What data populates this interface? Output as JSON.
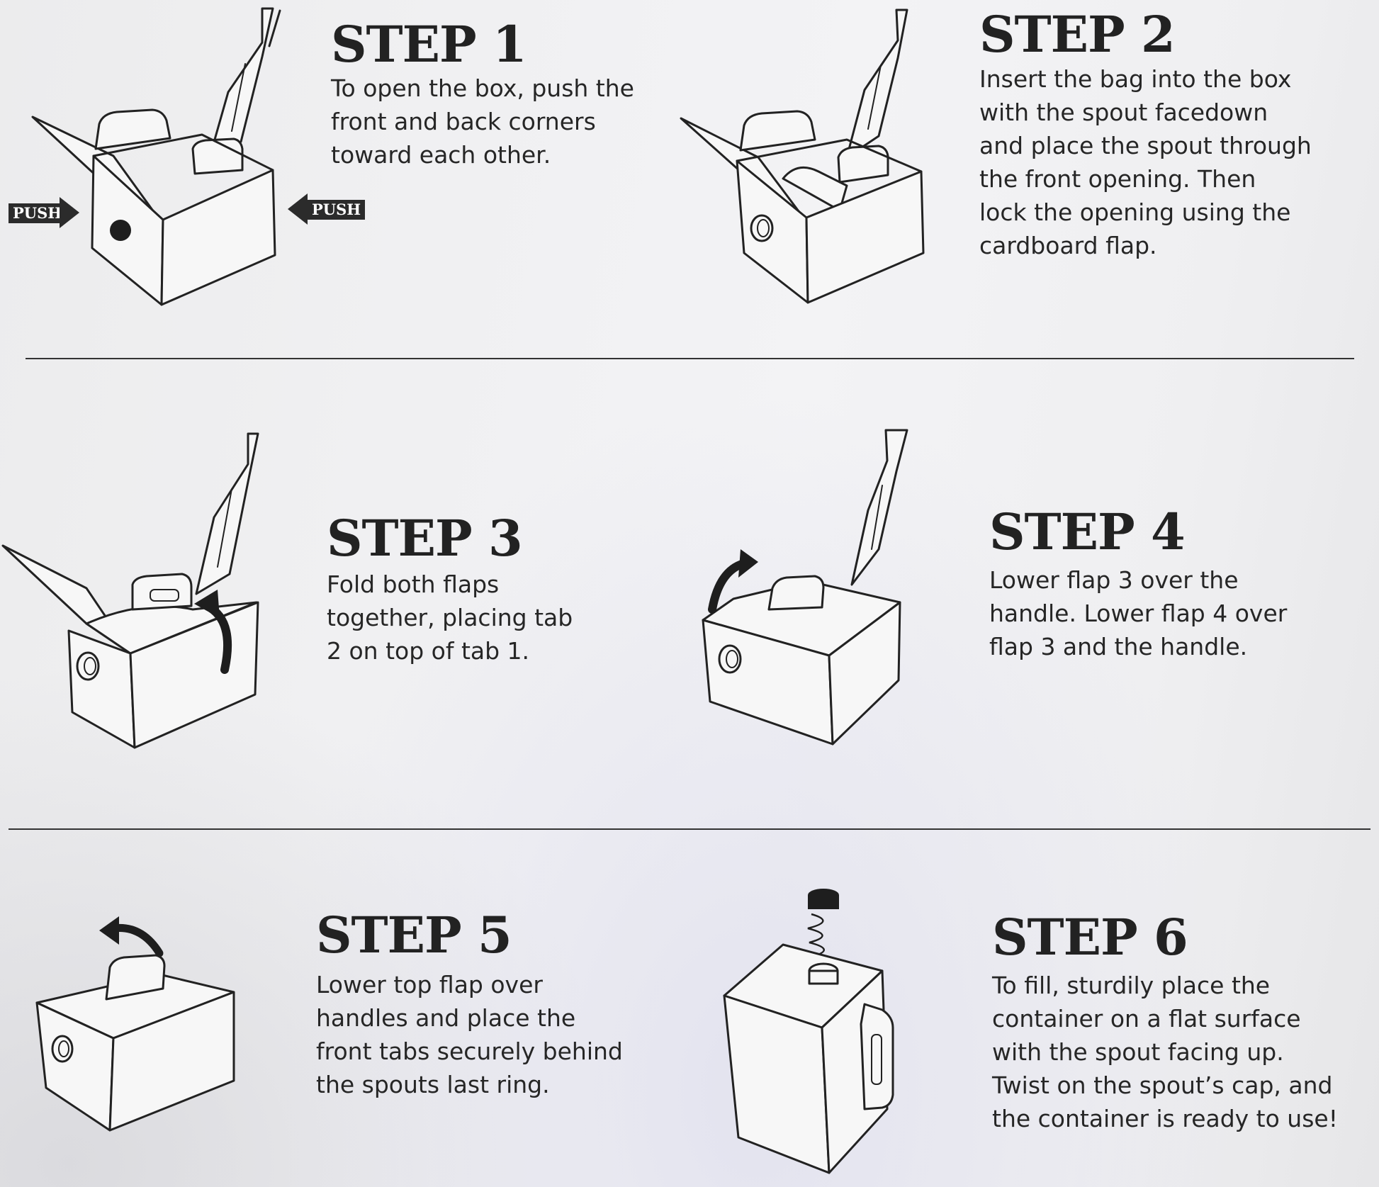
{
  "steps": [
    {
      "title": "STEP 1",
      "text": "To open the box, push the\nfront and back corners\ntoward each other."
    },
    {
      "title": "STEP 2",
      "text": "Insert the bag into the box\nwith the spout facedown\nand place the spout through\nthe front opening. Then\nlock the opening using the\ncardboard flap."
    },
    {
      "title": "STEP 3",
      "text": "Fold both flaps\ntogether, placing tab\n2 on top of tab 1."
    },
    {
      "title": "STEP 4",
      "text": "Lower flap 3 over the\nhandle. Lower flap 4 over\nflap 3 and the handle."
    },
    {
      "title": "STEP 5",
      "text": "Lower top flap over\nhandles and place the\nfront tabs securely behind\nthe spouts last ring."
    },
    {
      "title": "STEP 6",
      "text": "To fill, sturdily place the\ncontainer on a flat surface\nwith the spout facing up.\nTwist on the spout’s cap, and\nthe container is ready to use!"
    }
  ],
  "push_labels": {
    "left": "PUSH",
    "right": "PUSH"
  },
  "colors": {
    "ink": "#222222",
    "paper": "#f0f0f2"
  }
}
